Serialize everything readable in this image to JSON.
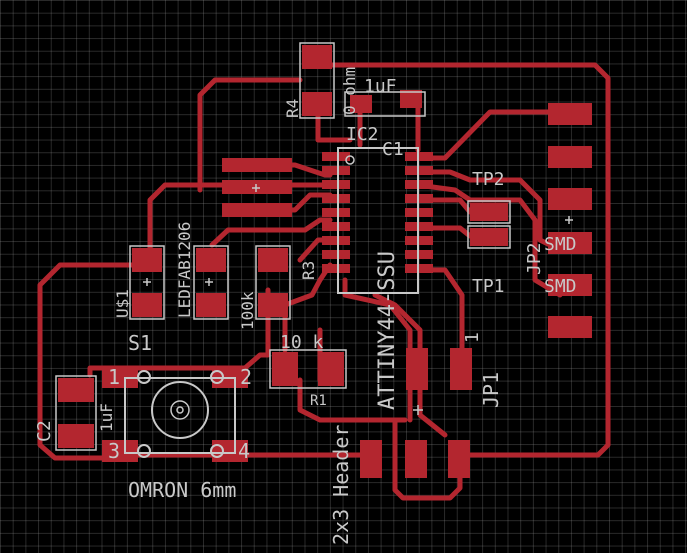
{
  "labels": {
    "r4": "R4",
    "r4_value": "0 ohm",
    "c1_value": "1uF",
    "ic2": "IC2",
    "c1": "C1",
    "ic_part": "ATTINY44-SSU",
    "tp2": "TP2",
    "jp2_value": "SMD",
    "tp1": "TP1",
    "jp2": "JP2",
    "tp1_value": "SMD",
    "us1": "U$1",
    "led_part": "LEDFAB1206",
    "r3_value": "100k",
    "r3": "R3",
    "s1": "S1",
    "r1_value": "10 k",
    "r1": "R1",
    "header_part": "2x3 Header",
    "jp1": "JP1",
    "jp1_pin": "1",
    "c2": "C2",
    "c2_value": "1uF",
    "sw_pin1": "1",
    "sw_pin2": "2",
    "sw_pin3": "3",
    "sw_pin4": "4",
    "switch_part": "OMRON 6mm"
  },
  "colors": {
    "copper": "#b3262f",
    "silkscreen": "#c8c8c8",
    "background": "#000000"
  }
}
